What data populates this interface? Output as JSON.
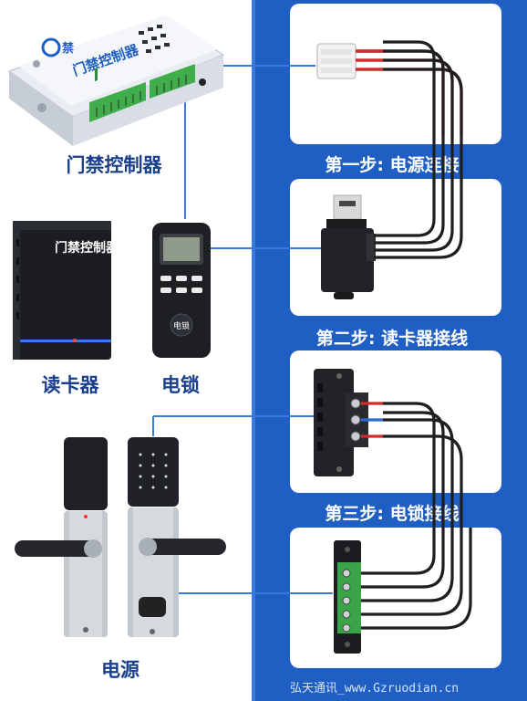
{
  "left_devices": {
    "controller": {
      "label": "门禁控制器",
      "brand_text": "禁",
      "screen_title": "门禁控制器"
    },
    "card_reader": {
      "label": "读卡器",
      "screen_title": "门禁控制器"
    },
    "electric_lock": {
      "label": "电锁",
      "button_text": "电锁"
    },
    "power": {
      "label": "电源"
    }
  },
  "steps": [
    {
      "label": "第一步: 电源连接"
    },
    {
      "label": "第二步: 读卡器接线"
    },
    {
      "label": "第三步: 电锁接线"
    }
  ],
  "watermark": "弘天通讯_www.Gzruodian.cn",
  "colors": {
    "panel_blue": "#1f5fc4",
    "label_blue": "#1a3f8c",
    "wire_red": "#d12a2a",
    "wire_blue": "#2a6ad1",
    "wire_black": "#1e1e1e"
  }
}
